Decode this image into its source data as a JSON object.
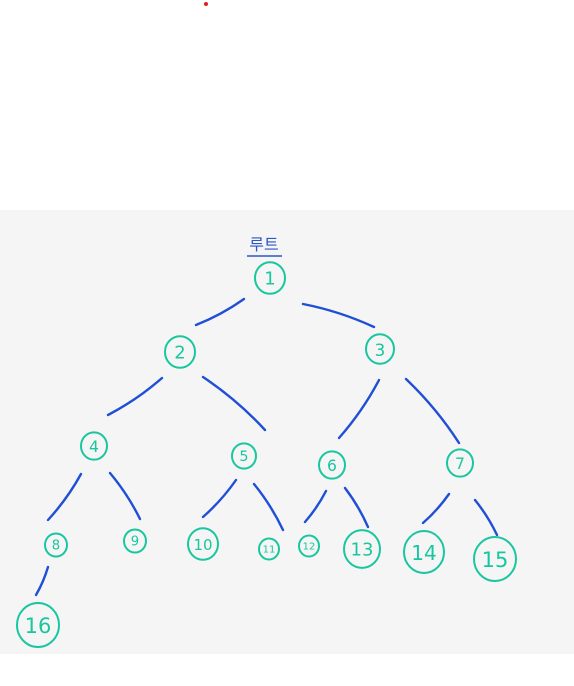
{
  "root_caption": "루트",
  "colors": {
    "edge": "#1f4fd6",
    "node": "#19c6a0",
    "caption": "#2b56c8",
    "dot": "#e0201c"
  },
  "nodes": [
    {
      "id": "1",
      "label": "1"
    },
    {
      "id": "2",
      "label": "2"
    },
    {
      "id": "3",
      "label": "3"
    },
    {
      "id": "4",
      "label": "4"
    },
    {
      "id": "5",
      "label": "5"
    },
    {
      "id": "6",
      "label": "6"
    },
    {
      "id": "7",
      "label": "7"
    },
    {
      "id": "8",
      "label": "8"
    },
    {
      "id": "9",
      "label": "9"
    },
    {
      "id": "10",
      "label": "10"
    },
    {
      "id": "11",
      "label": "11"
    },
    {
      "id": "12",
      "label": "12"
    },
    {
      "id": "13",
      "label": "13"
    },
    {
      "id": "14",
      "label": "14"
    },
    {
      "id": "15",
      "label": "15"
    },
    {
      "id": "16",
      "label": "16"
    }
  ],
  "edges": [
    [
      "1",
      "2"
    ],
    [
      "1",
      "3"
    ],
    [
      "2",
      "4"
    ],
    [
      "2",
      "5"
    ],
    [
      "3",
      "6"
    ],
    [
      "3",
      "7"
    ],
    [
      "4",
      "8"
    ],
    [
      "4",
      "9"
    ],
    [
      "5",
      "10"
    ],
    [
      "5",
      "11"
    ],
    [
      "6",
      "12"
    ],
    [
      "6",
      "13"
    ],
    [
      "7",
      "14"
    ],
    [
      "7",
      "15"
    ],
    [
      "8",
      "16"
    ]
  ]
}
